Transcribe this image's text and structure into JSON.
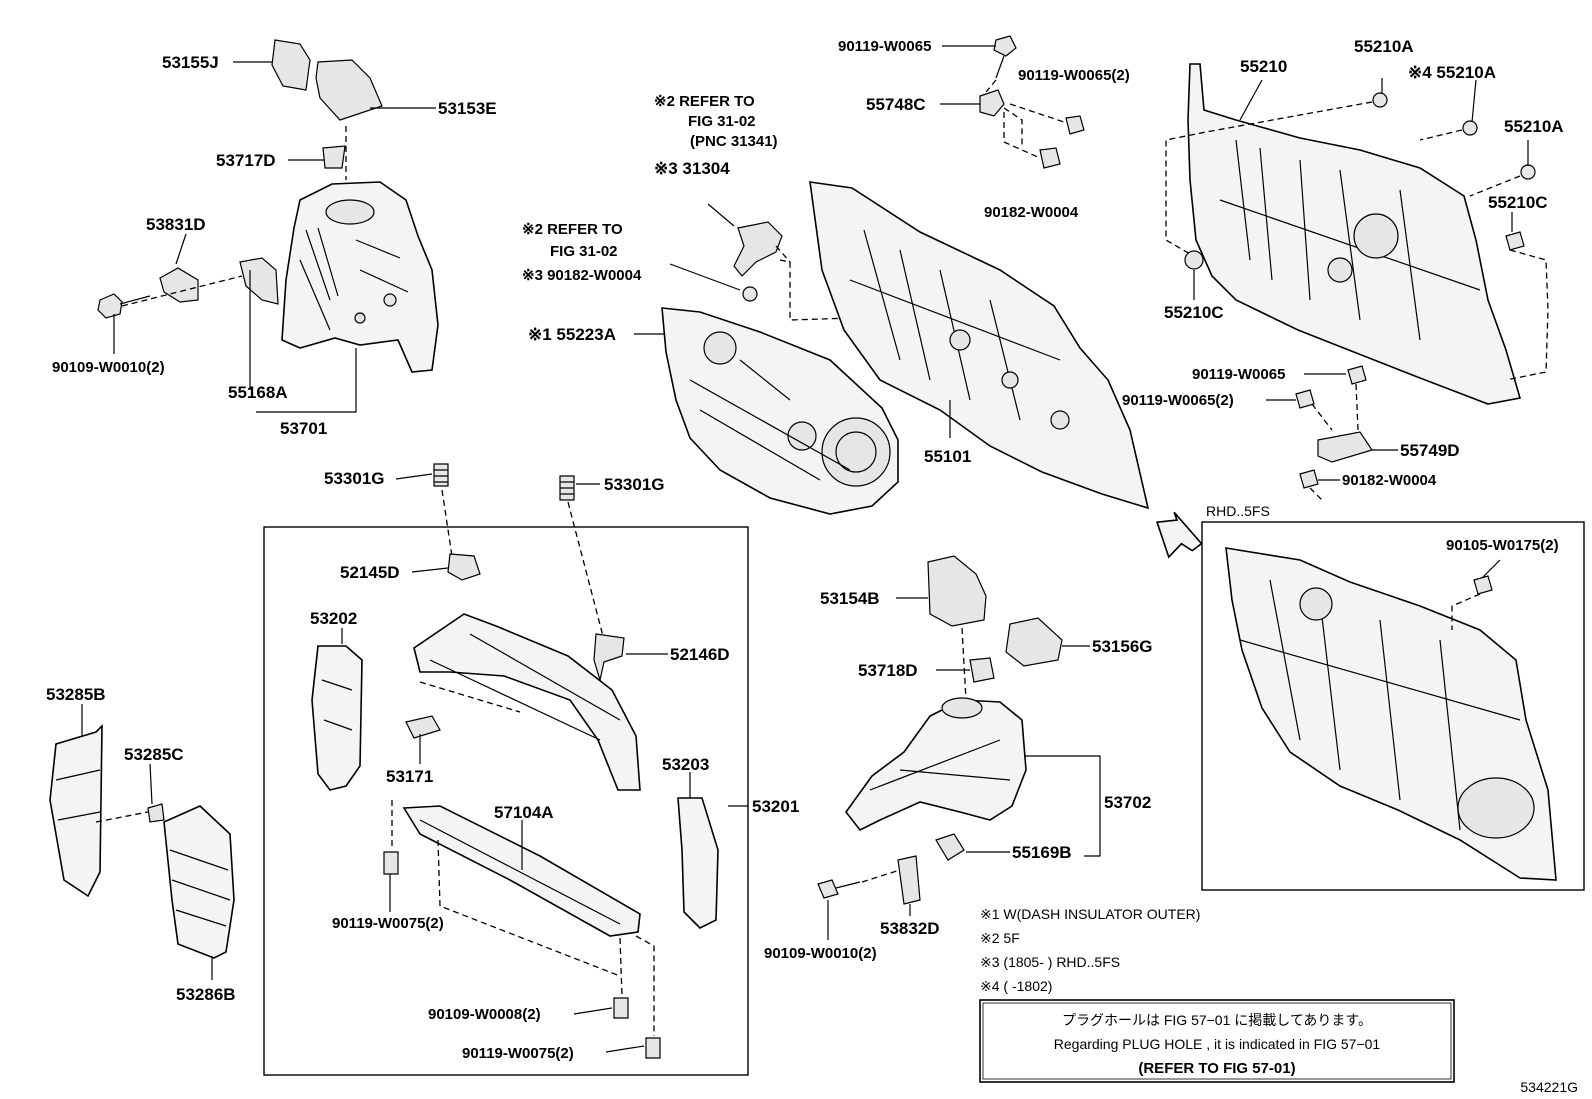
{
  "diagram_id": "534221G",
  "inset_title": "RHD..5FS",
  "labels": {
    "p53155J": "53155J",
    "p53153E": "53153E",
    "p53717D": "53717D",
    "p53831D": "53831D",
    "p90109_W0010_a": "90109-W0010(2)",
    "p55168A": "55168A",
    "p53701": "53701",
    "ref1_l1": "※2 REFER TO",
    "ref1_l2": "FIG 31-02",
    "ref1_l3": "(PNC 31341)",
    "p31304": "※3 31304",
    "ref2_l1": "※2 REFER TO",
    "ref2_l2": "FIG 31-02",
    "p90182_W0004_a": "※3 90182-W0004",
    "p55223A": "※1 55223A",
    "p90119_W0065_a": "90119-W0065",
    "p55748C": "55748C",
    "p90119_W0065_2a": "90119-W0065(2)",
    "p90182_W0004_b": "90182-W0004",
    "p55101": "55101",
    "p55210": "55210",
    "p55210A_1": "55210A",
    "p55210A_2": "※4 55210A",
    "p55210A_3": "55210A",
    "p55210C_1": "55210C",
    "p55210C_2": "55210C",
    "p90119_W0065_b": "90119-W0065",
    "p90119_W0065_2b": "90119-W0065(2)",
    "p55749D": "55749D",
    "p90182_W0004_c": "90182-W0004",
    "p90105_W0175": "90105-W0175(2)",
    "p53301G_1": "53301G",
    "p53301G_2": "53301G",
    "p52145D": "52145D",
    "p53202": "53202",
    "p52146D": "52146D",
    "p53171": "53171",
    "p57104A": "57104A",
    "p53203": "53203",
    "p53201": "53201",
    "p90119_W0075_a": "90119-W0075(2)",
    "p90109_W0008": "90109-W0008(2)",
    "p90119_W0075_b": "90119-W0075(2)",
    "p53285B": "53285B",
    "p53285C": "53285C",
    "p53286B": "53286B",
    "p53154B": "53154B",
    "p53156G": "53156G",
    "p53718D": "53718D",
    "p53702": "53702",
    "p55169B": "55169B",
    "p90109_W0010_b": "90109-W0010(2)",
    "p53832D": "53832D"
  },
  "notes": [
    "※1 W(DASH INSULATOR OUTER)",
    "※2 5F",
    "※3 (1805-        ) RHD..5FS",
    "※4 (        -1802)"
  ],
  "info_box": {
    "line1": "プラグホールは FIG 57−01 に掲載してあります。",
    "line2": "Regarding  PLUG  HOLE , it is indicated in FIG  57−01",
    "line3": "(REFER TO FIG 57-01)"
  }
}
